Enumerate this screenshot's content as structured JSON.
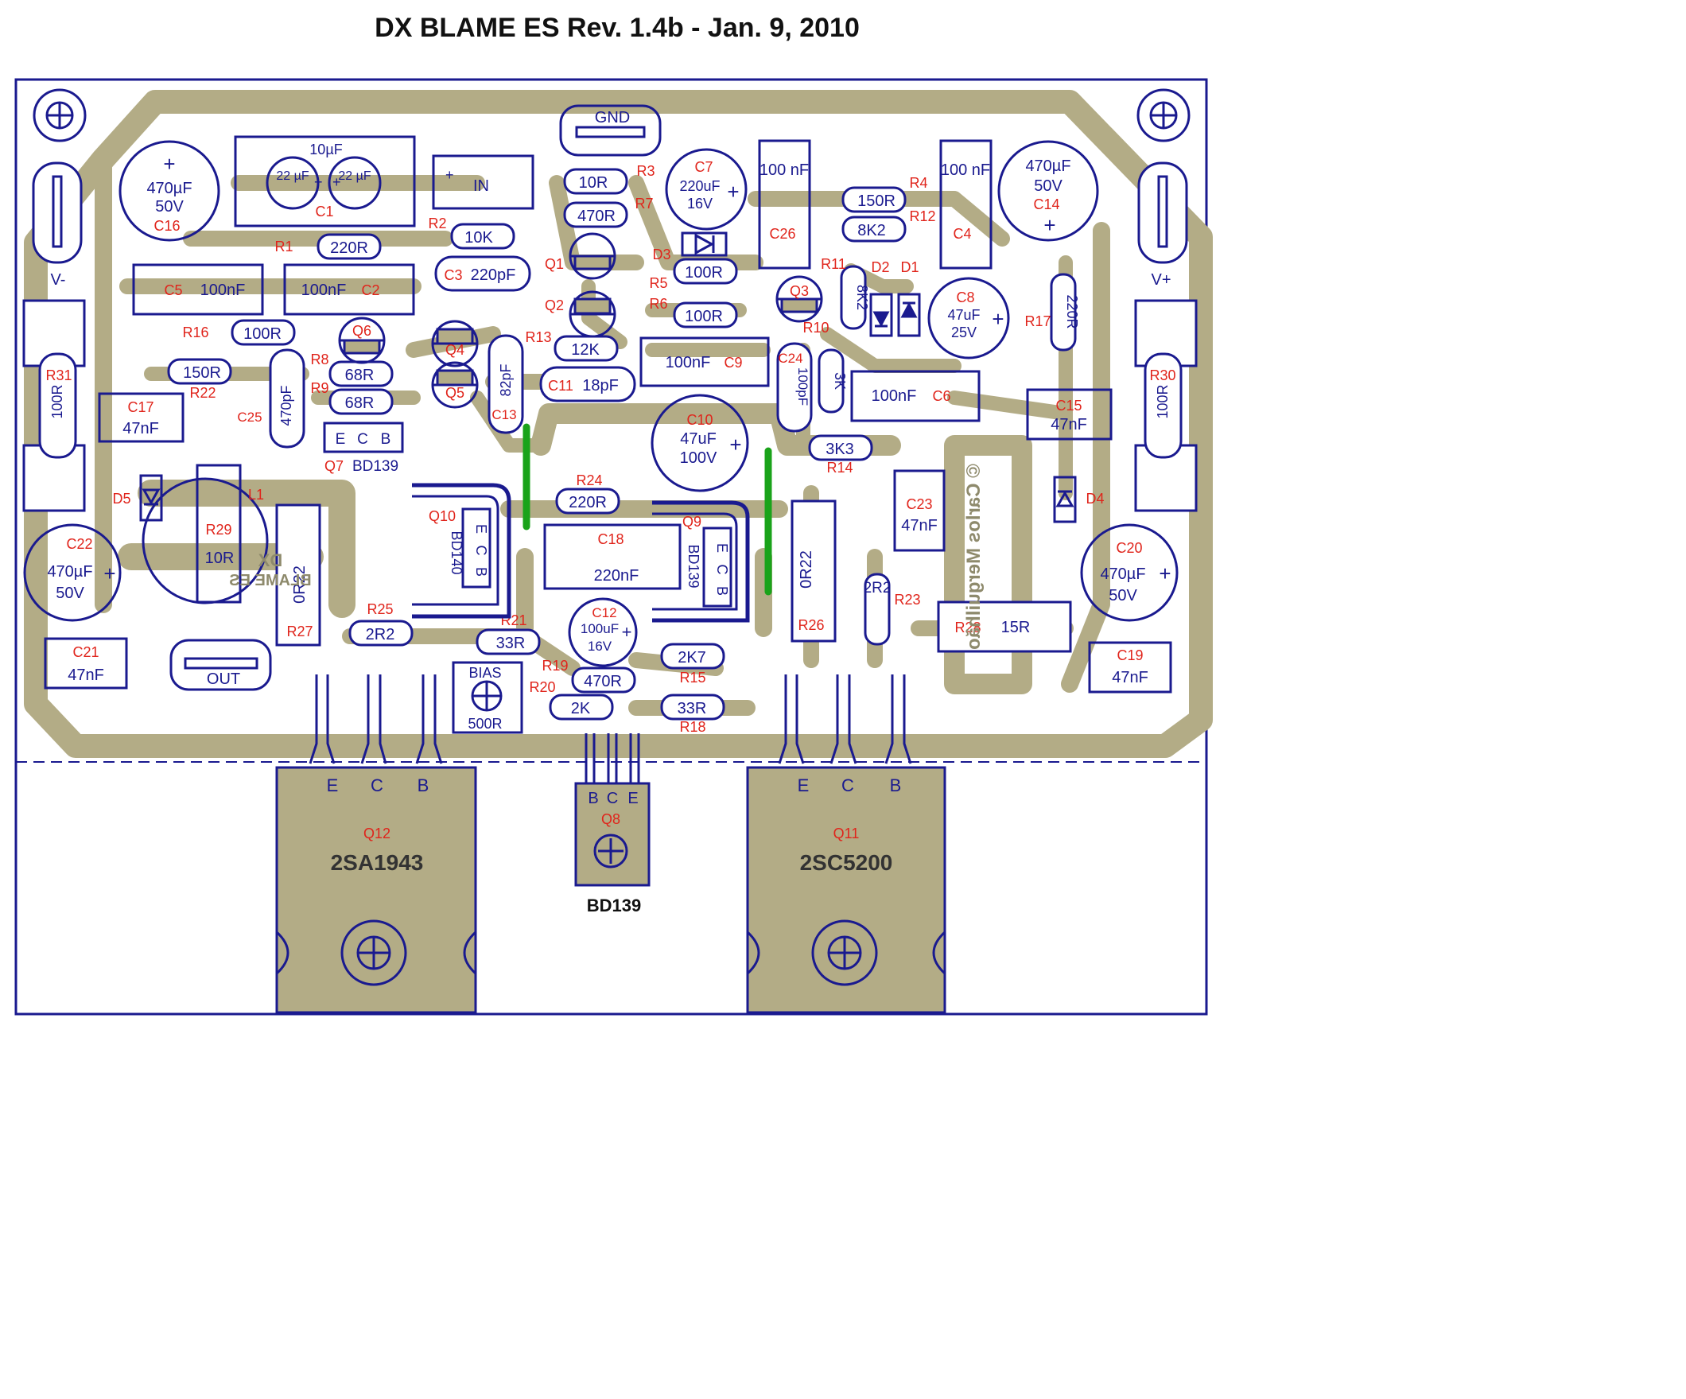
{
  "title": "DX BLAME ES  Rev. 1.4b - Jan. 9, 2010",
  "colors": {
    "outline": "#1a1a8f",
    "copper": "#b3ac86",
    "designator": "#e0241b",
    "jumper": "#1aa31a",
    "background": "#ffffff"
  },
  "mirrored_credit": "© Carlos Merguilhão",
  "mirrored_logo": {
    "line1": "DX",
    "line2": "BLAME ES"
  },
  "terminals": {
    "gnd": "GND",
    "in": "IN",
    "out": "OUT",
    "vneg": "V-",
    "vpos": "V+"
  },
  "pinout": {
    "e": "E",
    "c": "C",
    "b": "B"
  },
  "trimmer": {
    "label": "BIAS",
    "value": "500R"
  },
  "power": {
    "q12": {
      "ref": "Q12",
      "part": "2SA1943"
    },
    "q11": {
      "ref": "Q11",
      "part": "2SC5200"
    },
    "q8": {
      "ref": "Q8",
      "part": "BD139"
    }
  },
  "components": {
    "c1": {
      "ref": "C1",
      "value": "10µF",
      "cap_a": "22 µF",
      "cap_b": "22 µF"
    },
    "c2": {
      "ref": "C2",
      "value": "100nF"
    },
    "c3": {
      "ref": "C3",
      "value": "220pF"
    },
    "c4": {
      "ref": "C4",
      "value": "100 nF"
    },
    "c5": {
      "ref": "C5",
      "value": "100nF"
    },
    "c6": {
      "ref": "C6",
      "value": "100nF"
    },
    "c7": {
      "ref": "C7",
      "value": "220uF",
      "voltage": "16V"
    },
    "c8": {
      "ref": "C8",
      "value": "47uF",
      "voltage": "25V"
    },
    "c9": {
      "ref": "C9",
      "value": "100nF"
    },
    "c10": {
      "ref": "C10",
      "value": "47uF",
      "voltage": "100V"
    },
    "c11": {
      "ref": "C11",
      "value": "18pF"
    },
    "c12": {
      "ref": "C12",
      "value": "100uF",
      "voltage": "16V"
    },
    "c13": {
      "ref": "C13",
      "value": "82pF"
    },
    "c14": {
      "ref": "C14",
      "value": "470µF",
      "voltage": "50V"
    },
    "c15": {
      "ref": "C15",
      "value": "47nF"
    },
    "c16": {
      "ref": "C16",
      "value": "470µF",
      "voltage": "50V"
    },
    "c17": {
      "ref": "C17",
      "value": "47nF"
    },
    "c18": {
      "ref": "C18",
      "value": "220nF"
    },
    "c19": {
      "ref": "C19",
      "value": "47nF"
    },
    "c20": {
      "ref": "C20",
      "value": "470µF",
      "voltage": "50V"
    },
    "c21": {
      "ref": "C21",
      "value": "47nF"
    },
    "c22": {
      "ref": "C22",
      "value": "470µF",
      "voltage": "50V"
    },
    "c23": {
      "ref": "C23",
      "value": "47nF"
    },
    "c24": {
      "ref": "C24",
      "value": "100pF"
    },
    "c25": {
      "ref": "C25",
      "value": "470pF"
    },
    "c26": {
      "ref": "C26",
      "value": "100 nF"
    },
    "r1": {
      "ref": "R1",
      "value": "220R"
    },
    "r2": {
      "ref": "R2",
      "value": "10K"
    },
    "r3": {
      "ref": "R3",
      "value": "10R"
    },
    "r4": {
      "ref": "R4",
      "value": "150R"
    },
    "r5": {
      "ref": "R5",
      "value": "100R"
    },
    "r6": {
      "ref": "R6",
      "value": "100R"
    },
    "r7": {
      "ref": "R7",
      "value": "470R"
    },
    "r8": {
      "ref": "R8",
      "value": "68R"
    },
    "r9": {
      "ref": "R9",
      "value": "68R"
    },
    "r10": {
      "ref": "R10",
      "value": "3K"
    },
    "r11": {
      "ref": "R11",
      "value": "8K2"
    },
    "r12": {
      "ref": "R12",
      "value": "8K2"
    },
    "r13": {
      "ref": "R13",
      "value": "12K"
    },
    "r14": {
      "ref": "R14",
      "value": "3K3"
    },
    "r15": {
      "ref": "R15",
      "value": "2K7"
    },
    "r16": {
      "ref": "R16",
      "value": "100R"
    },
    "r17": {
      "ref": "R17",
      "value": "220R"
    },
    "r18": {
      "ref": "R18",
      "value": "33R"
    },
    "r19": {
      "ref": "R19",
      "value": "470R"
    },
    "r20": {
      "ref": "R20",
      "value": "2K"
    },
    "r21": {
      "ref": "R21",
      "value": "33R"
    },
    "r22": {
      "ref": "R22",
      "value": "150R"
    },
    "r23": {
      "ref": "R23",
      "value": "2R2"
    },
    "r24": {
      "ref": "R24",
      "value": "220R"
    },
    "r25": {
      "ref": "R25",
      "value": "2R2"
    },
    "r26": {
      "ref": "R26",
      "value": "0R22"
    },
    "r27": {
      "ref": "R27",
      "value": "0R22"
    },
    "r28": {
      "ref": "R28",
      "value": "15R"
    },
    "r29": {
      "ref": "R29",
      "value": "10R"
    },
    "r30": {
      "ref": "R30",
      "value": "100R"
    },
    "r31": {
      "ref": "R31",
      "value": "100R"
    },
    "l1": {
      "ref": "L1"
    },
    "d1": {
      "ref": "D1"
    },
    "d2": {
      "ref": "D2"
    },
    "d3": {
      "ref": "D3"
    },
    "d4": {
      "ref": "D4"
    },
    "d5": {
      "ref": "D5"
    },
    "q1": {
      "ref": "Q1"
    },
    "q2": {
      "ref": "Q2"
    },
    "q3": {
      "ref": "Q3"
    },
    "q4": {
      "ref": "Q4"
    },
    "q5": {
      "ref": "Q5"
    },
    "q6": {
      "ref": "Q6"
    },
    "q7": {
      "ref": "Q7",
      "part": "BD139"
    },
    "q9": {
      "ref": "Q9",
      "part": "BD139"
    },
    "q10": {
      "ref": "Q10",
      "part": "BD140"
    }
  }
}
